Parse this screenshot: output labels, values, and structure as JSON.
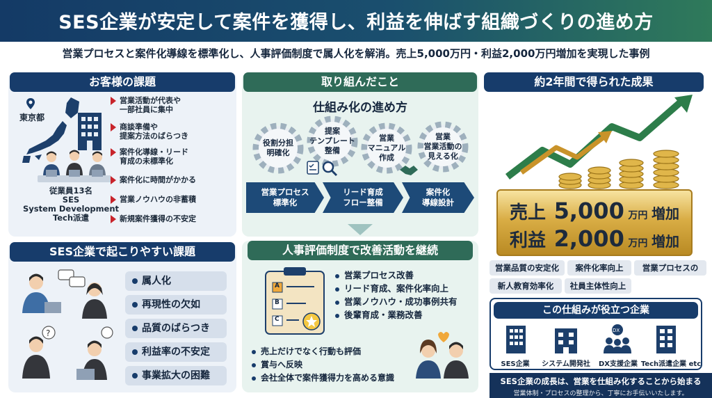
{
  "header": {
    "title": "SES企業が安定して案件を獲得し、利益を伸ばす組織づくりの進め方",
    "subtitle": "営業プロセスと案件化導線を標準化し、人事評価制度で属人化を解消。売上5,000万円・利益2,000万円増加を実現した事例"
  },
  "customer_issues": {
    "heading": "お客様の課題",
    "location": "東京都",
    "company": [
      "従業員13名",
      "SES",
      "System Development",
      "Tech派遣"
    ],
    "items": [
      [
        "営業活動が代表や",
        "一部社員に集中"
      ],
      [
        "商談準備や",
        "提案方法のばらつき"
      ],
      [
        "案件化導線・リード",
        "育成の未標準化"
      ],
      [
        "案件化に時間がかかる"
      ],
      [
        "営業ノウハウの非蓄積"
      ],
      [
        "新規案件獲得の不安定"
      ]
    ]
  },
  "ses_issues": {
    "heading": "SES企業で起こりやすい課題",
    "items": [
      "属人化",
      "再現性の欠如",
      "品質のばらつき",
      "利益率の不安定",
      "事業拡大の困難"
    ]
  },
  "approach": {
    "heading": "取り組んだこと",
    "subheading": "仕組み化の進め方",
    "gears": [
      [
        "役割分担",
        "明確化"
      ],
      [
        "提案",
        "テンプレート",
        "整備"
      ],
      [
        "営業",
        "マニュアル",
        "作成"
      ],
      [
        "営業",
        "営業活動の",
        "見える化"
      ]
    ],
    "steps": [
      [
        "営業プロセス",
        "標準化"
      ],
      [
        "リード育成",
        "フロー整備"
      ],
      [
        "案件化",
        "導線設計"
      ]
    ],
    "eval_heading": "人事評価制度で改善活動を継続",
    "eval_items": [
      "営業プロセス改善",
      "リード育成、案件化率向上",
      "営業ノウハウ・成功事例共有",
      "後輩育成・業務改善"
    ],
    "checklist_letters": [
      "A",
      "B",
      "C"
    ],
    "bottom_items": [
      "売上だけでなく行動も評価",
      "賞与へ反映",
      "会社全体で案件獲得力を高める意識"
    ]
  },
  "results": {
    "heading": "約2年間で得られた成果",
    "sales_label": "売上",
    "sales_value": "5,000",
    "sales_unit": "万円",
    "sales_suffix": "増加",
    "profit_label": "利益",
    "profit_value": "2,000",
    "profit_unit": "万円",
    "profit_suffix": "増加",
    "tags": [
      "営業品質の安定化",
      "案件化率向上",
      "営業プロセスの",
      "新人教育効率化",
      "社員主体性向上"
    ],
    "companies_heading": "この仕組みが役立つ企業",
    "companies": [
      "SES企業",
      "システム開発社",
      "DX支援企業",
      "Tech派遣企業 etc"
    ],
    "footer_main": "SES企業の成長は、営業を仕組み化することから始まる",
    "footer_sub": "営業体制・プロセスの整理から、丁寧にお手伝いいたします。"
  },
  "colors": {
    "navy": "#173c6b",
    "green": "#2f6b58",
    "gold": "#d9ad45",
    "red": "#c8242b"
  }
}
